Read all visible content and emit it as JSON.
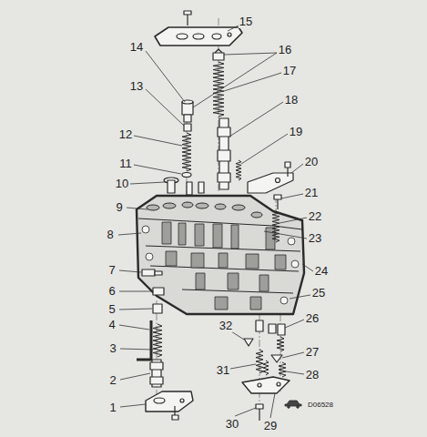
{
  "diagram": {
    "labels": [
      "1",
      "2",
      "3",
      "4",
      "5",
      "6",
      "7",
      "8",
      "9",
      "10",
      "11",
      "12",
      "13",
      "14",
      "15",
      "16",
      "17",
      "18",
      "19",
      "20",
      "21",
      "22",
      "23",
      "24",
      "25",
      "26",
      "27",
      "28",
      "29",
      "30",
      "31",
      "32",
      "D06528"
    ]
  }
}
